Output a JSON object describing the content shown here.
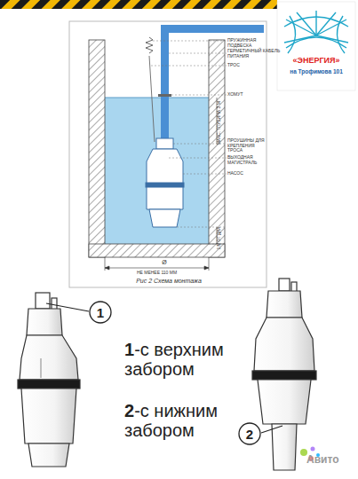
{
  "diagram": {
    "caption": "Рис 2 Схема монтажа",
    "nodes": [
      {
        "text": [
          "1"
        ]
      },
      {
        "text": [
          "2"
        ]
      }
    ],
    "labels": [
      "«ЭНЕРГИЯ»",
      "на Трофимова 101",
      "ПРУЖИННАЯ ПОДВЕСКА",
      "ГЕРМЕТИЧНЫЙ КАБЕЛЬ ПИТАНИЯ",
      "ТРОС",
      "ХОМУТ",
      "МАКС. ГЛУБИНА 3 М",
      "ПРОУШИНЫ ДЛЯ КРЕПЛЕНИЯ ТРОСА",
      "ВЫХОДНАЯ МАГИСТРАЛЬ",
      "НАСОС",
      "1 М ОТ ДНА",
      "Ø",
      "НЕ МЕНЕЕ 110 ММ",
      "1-с верхним забором",
      "2-с нижним забором",
      "Авито"
    ]
  }
}
